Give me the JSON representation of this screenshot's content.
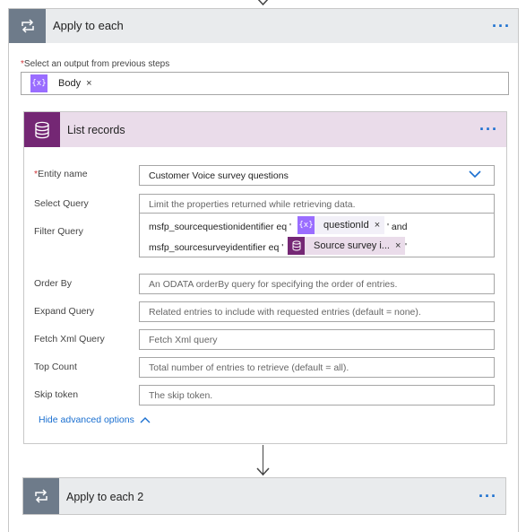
{
  "apply_each": {
    "title": "Apply to each",
    "menu": "···"
  },
  "select_output": {
    "required_mark": "*",
    "label": "Select an output from previous steps",
    "token": {
      "icon": "{x}",
      "label": "Body",
      "remove": "×"
    }
  },
  "list_records": {
    "title": "List records",
    "menu": "···",
    "fields": {
      "entity_name": {
        "required_mark": "*",
        "label": "Entity name",
        "value": "Customer Voice survey  questions"
      },
      "select_query": {
        "label": "Select Query",
        "placeholder": "Limit the properties returned while retrieving data."
      },
      "filter_query": {
        "label": "Filter Query",
        "line1_text": "msfp_sourcequestionidentifier eq '",
        "line1_token": {
          "icon": "{x}",
          "label": "questionId",
          "remove": "×"
        },
        "line1_after": "' and",
        "line2_text": "msfp_sourcesurveyidentifier eq '",
        "line2_token": {
          "label": "Source survey i...",
          "remove": "×"
        },
        "line2_after": "'"
      },
      "order_by": {
        "label": "Order By",
        "placeholder": "An ODATA orderBy query for specifying the order of entries."
      },
      "expand_query": {
        "label": "Expand Query",
        "placeholder": "Related entries to include with requested entries (default = none)."
      },
      "fetch_xml": {
        "label": "Fetch Xml Query",
        "placeholder": "Fetch Xml query"
      },
      "top_count": {
        "label": "Top Count",
        "placeholder": "Total number of entries to retrieve (default = all)."
      },
      "skip_token": {
        "label": "Skip token",
        "placeholder": "The skip token."
      }
    },
    "hide_advanced": "Hide advanced options"
  },
  "apply_each_2": {
    "title": "Apply to each 2",
    "menu": "···"
  },
  "colors": {
    "loop_header": "#6e7b8a",
    "dataverse": "#742774",
    "dataverse_header_bg": "#eadcea",
    "dynamic_token": "#9a6dff",
    "link": "#1a6fd0",
    "required": "#d13438"
  }
}
